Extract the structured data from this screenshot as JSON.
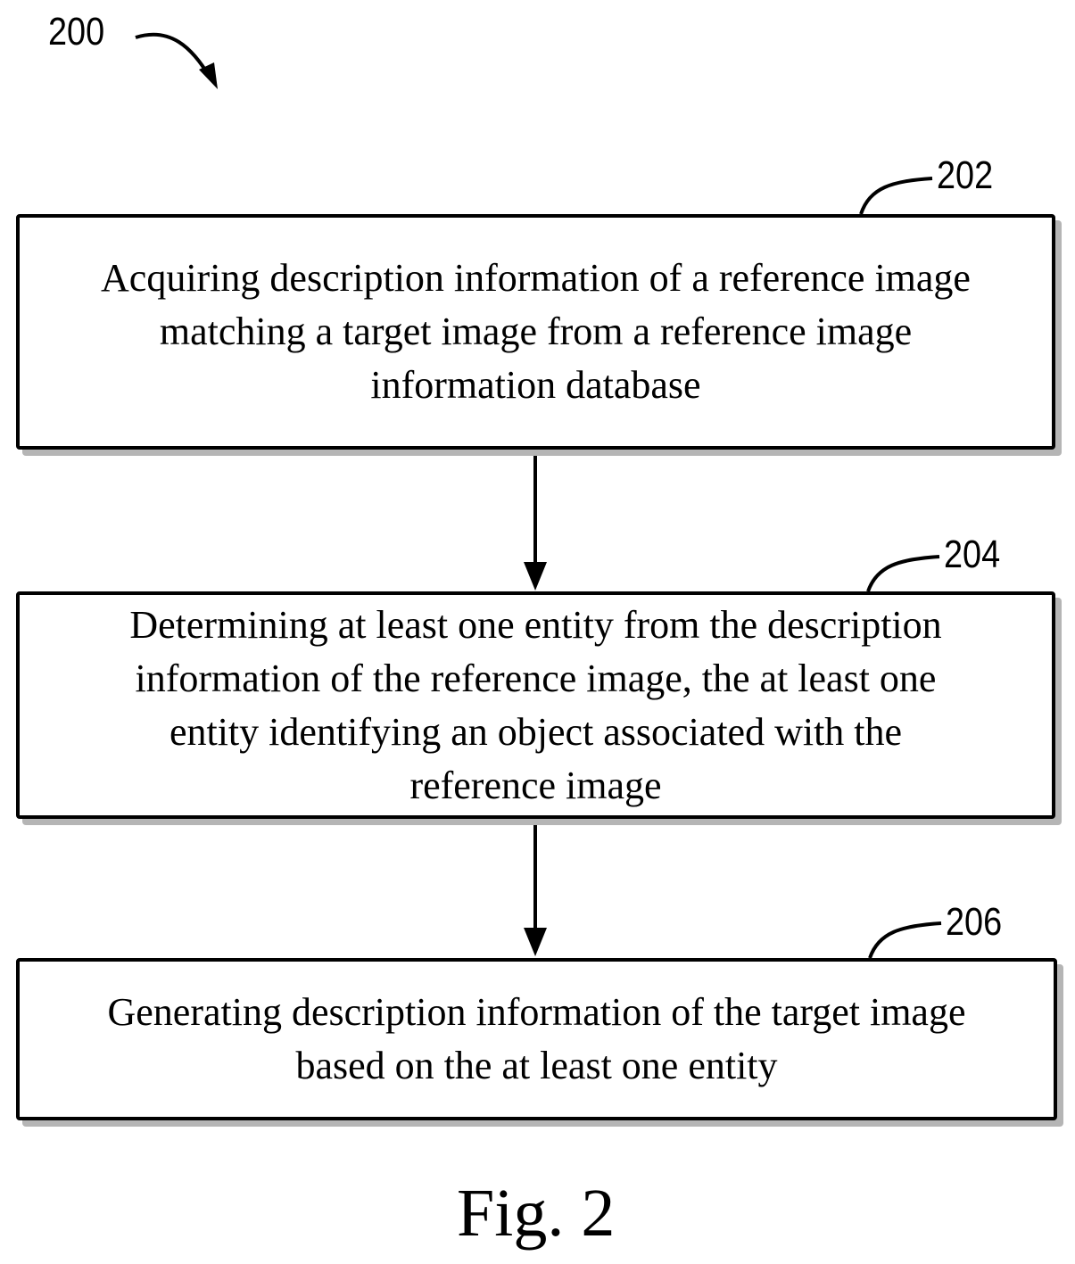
{
  "figure": {
    "number": "200",
    "caption": "Fig. 2"
  },
  "steps": [
    {
      "ref": "202",
      "lines": [
        "Acquiring description information of a reference image",
        "matching a target image from a reference image",
        "information database"
      ]
    },
    {
      "ref": "204",
      "lines": [
        "Determining at least one entity from the description",
        "information of the reference image, the at least one",
        "entity identifying an object associated with the",
        "reference image"
      ]
    },
    {
      "ref": "206",
      "lines": [
        "Generating description information of the target image",
        "based on the at least one entity"
      ]
    }
  ]
}
